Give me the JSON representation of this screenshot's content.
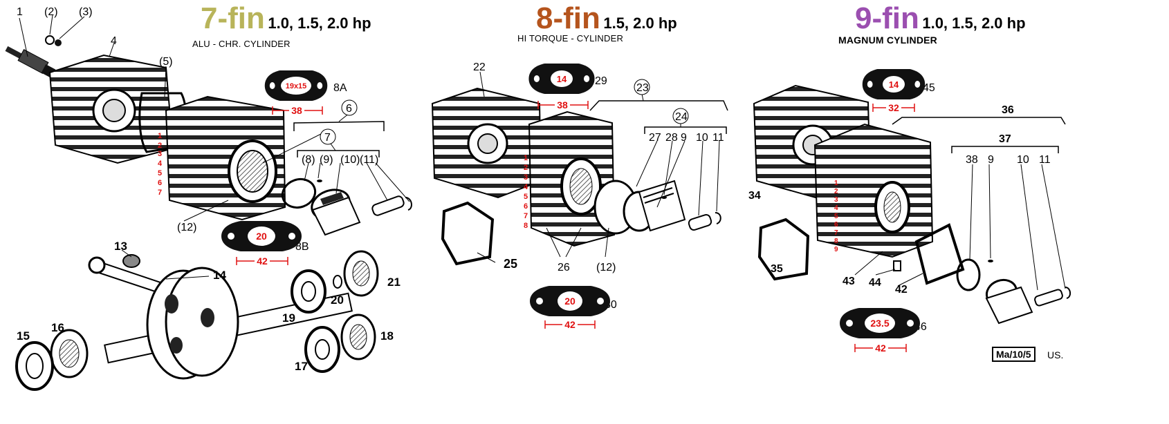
{
  "colors": {
    "fin7": "#b8b45a",
    "fin8": "#b5541d",
    "fin9": "#9b4fb0",
    "red": "#e01010",
    "line": "#000000"
  },
  "sections": [
    {
      "id": "fin7",
      "title": "7-fin",
      "hp": "1.0, 1.5, 2.0 hp",
      "subtitle": "ALU - CHR. CYLINDER"
    },
    {
      "id": "fin8",
      "title": "8-fin",
      "hp": "1.5, 2.0 hp",
      "subtitle": "HI TORQUE - CYLINDER"
    },
    {
      "id": "fin9",
      "title": "9-fin",
      "hp": "1.0, 1.5, 2.0 hp",
      "subtitle": "MAGNUM CYLINDER"
    }
  ],
  "gaskets": [
    {
      "id": "8A",
      "port": "19x15",
      "spacing": "38"
    },
    {
      "id": "8B",
      "port": "20",
      "spacing": "42"
    },
    {
      "id": "29",
      "port": "14",
      "spacing": "38"
    },
    {
      "id": "30",
      "port": "20",
      "spacing": "42"
    },
    {
      "id": "45",
      "port": "14",
      "spacing": "32"
    },
    {
      "id": "46",
      "port": "23.5",
      "spacing": "42"
    }
  ],
  "callouts": {
    "fin7": [
      "1",
      "(2)",
      "(3)",
      "4",
      "(5)",
      "6",
      "7",
      "(8)",
      "(9)",
      "(10)",
      "(11)",
      "(12)",
      "8A",
      "8B"
    ],
    "fin8": [
      "22",
      "23",
      "24",
      "27",
      "28",
      "9",
      "10",
      "11",
      "25",
      "26",
      "(12)",
      "29",
      "30"
    ],
    "fin9": [
      "36",
      "37",
      "38",
      "9",
      "10",
      "11",
      "34",
      "35",
      "43",
      "44",
      "42",
      "45",
      "46"
    ],
    "crank": [
      "13",
      "14",
      "15",
      "16",
      "17",
      "18",
      "19",
      "20",
      "21"
    ]
  },
  "fin_numbers": {
    "fin7": [
      "1",
      "2",
      "3",
      "4",
      "5",
      "6",
      "7"
    ],
    "fin8": [
      "1",
      "2",
      "3",
      "4",
      "5",
      "6",
      "7",
      "8"
    ],
    "fin9": [
      "1",
      "2",
      "3",
      "4",
      "5",
      "6",
      "7",
      "8",
      "9"
    ]
  },
  "footer": {
    "badge": "Ma/10/5",
    "region": "US."
  }
}
